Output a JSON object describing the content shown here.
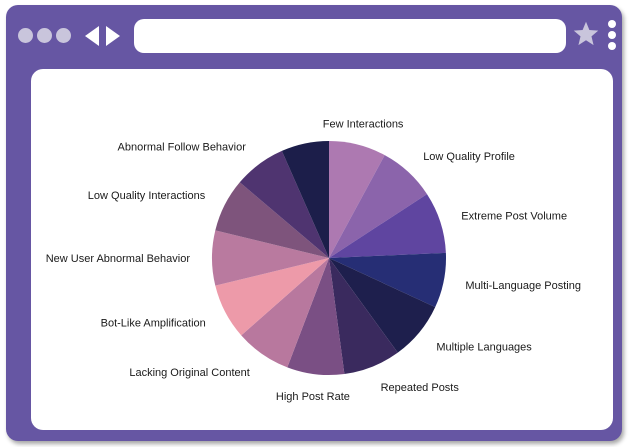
{
  "window": {
    "address_value": "",
    "icons": [
      "dot-icon",
      "dot-icon",
      "dot-icon",
      "back-arrow-icon",
      "forward-arrow-icon",
      "star-icon",
      "kebab-menu-icon"
    ]
  },
  "colors": {
    "frame": "#6656a3",
    "window_dots": "#c9c5dc",
    "star": "#c9c5dc"
  },
  "chart_data": {
    "type": "pie",
    "title": "",
    "start_angle_deg": 0,
    "direction": "clockwise",
    "categories": [
      "Few Interactions",
      "Low Quality Profile",
      "Extreme Post Volume",
      "Multi-Language Posting",
      "Multiple Languages",
      "Repeated Posts",
      "High Post Rate",
      "Lacking Original Content",
      "Bot-Like Amplification",
      "New User Abnormal Behavior",
      "Low Quality Interactions",
      "Abnormal Follow Behavior",
      ""
    ],
    "values": [
      7.9,
      7.9,
      8.5,
      7.6,
      8.1,
      7.9,
      7.9,
      7.7,
      7.7,
      7.6,
      7.4,
      7.2,
      6.6
    ],
    "colors": [
      "#ad79b1",
      "#8b64ab",
      "#5f45a0",
      "#262e75",
      "#1e1f4d",
      "#3a2a5e",
      "#7a4f84",
      "#b8789e",
      "#ed9aa9",
      "#b97a9f",
      "#7e547c",
      "#4f3470",
      "#1c1e4a"
    ],
    "legend": "none (labels placed around the pie)"
  }
}
